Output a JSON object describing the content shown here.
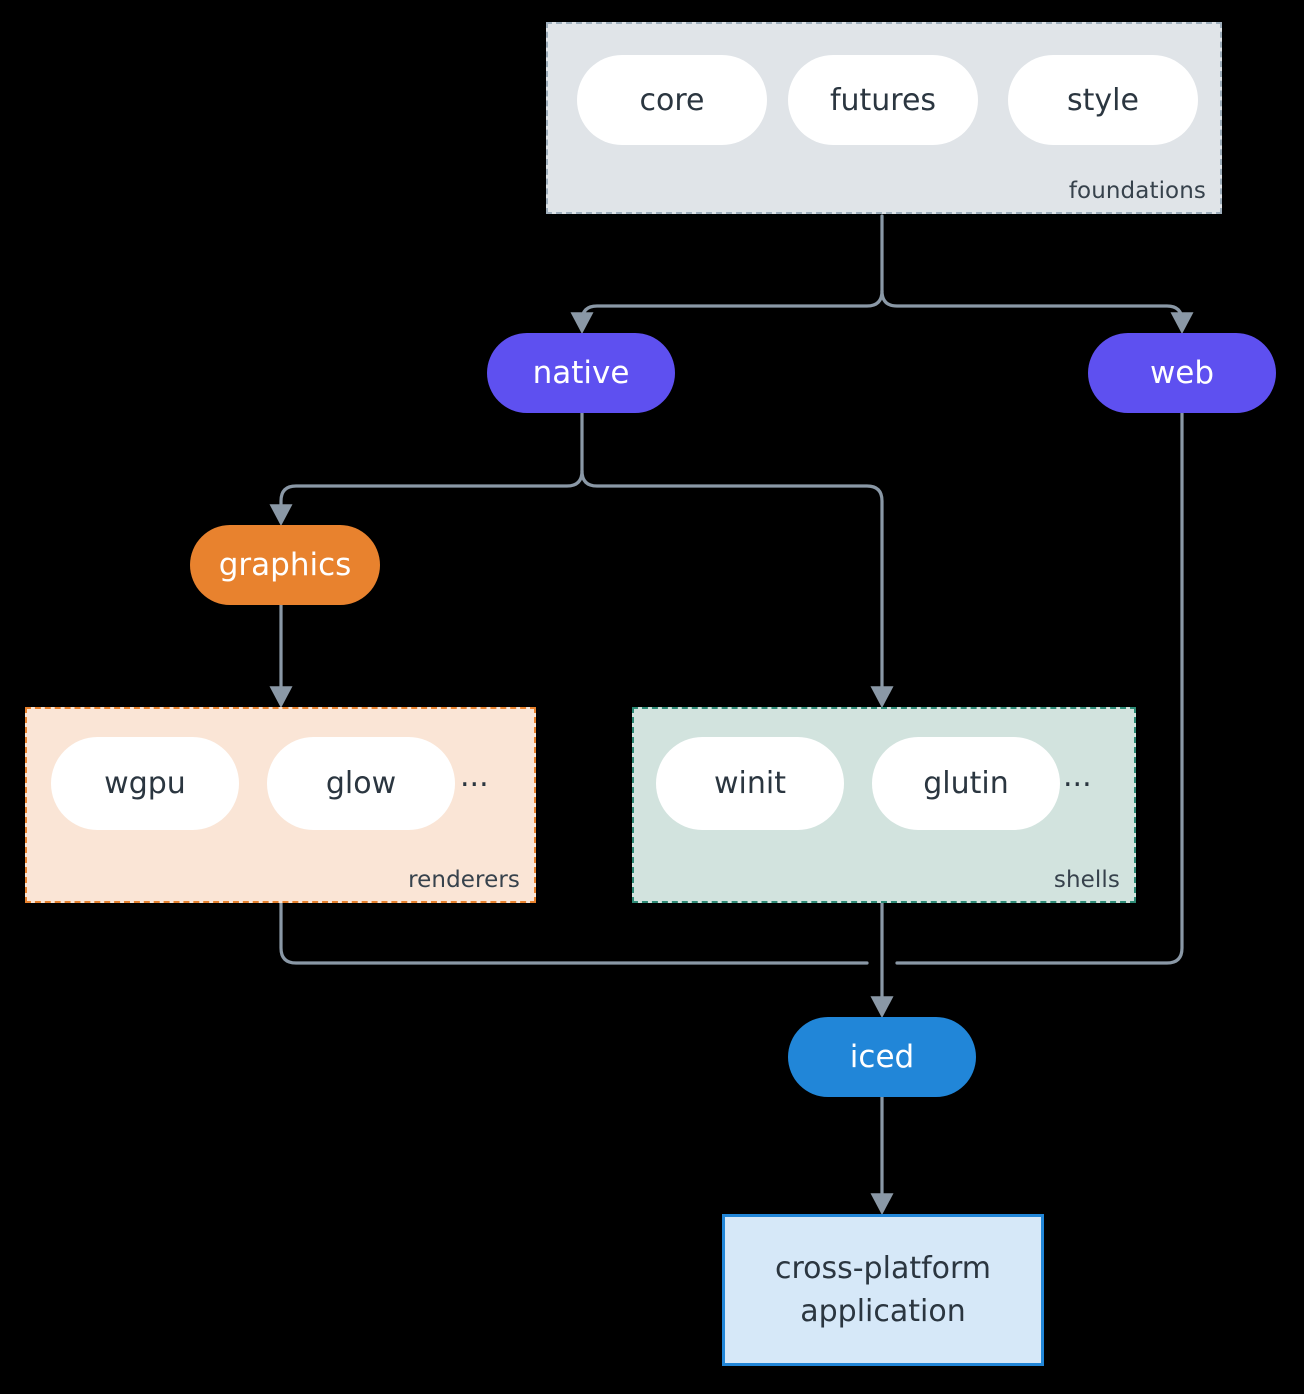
{
  "diagram": {
    "type": "architecture-flowchart",
    "background": "#000000",
    "edge_color": "#8A98A6"
  },
  "clusters": [
    {
      "id": "foundations",
      "label": "foundations",
      "fill": "#E0E4E8",
      "border": "#9FAFBC",
      "border_style": "dashed",
      "nodes": [
        {
          "id": "core",
          "label": "core"
        },
        {
          "id": "futures",
          "label": "futures"
        },
        {
          "id": "style",
          "label": "style"
        }
      ]
    },
    {
      "id": "renderers",
      "label": "renderers",
      "fill": "#FAE5D6",
      "border": "#E8822E",
      "border_style": "dashed",
      "nodes": [
        {
          "id": "wgpu",
          "label": "wgpu"
        },
        {
          "id": "glow",
          "label": "glow"
        }
      ],
      "ellipsis": "..."
    },
    {
      "id": "shells",
      "label": "shells",
      "fill": "#D2E3DE",
      "border": "#2E8B76",
      "border_style": "dashed",
      "nodes": [
        {
          "id": "winit",
          "label": "winit"
        },
        {
          "id": "glutin",
          "label": "glutin"
        }
      ],
      "ellipsis": "..."
    }
  ],
  "nodes": {
    "native": {
      "label": "native",
      "color": "#5E50F0",
      "shape": "stadium"
    },
    "web": {
      "label": "web",
      "color": "#5E50F0",
      "shape": "stadium"
    },
    "graphics": {
      "label": "graphics",
      "color": "#E8822E",
      "shape": "stadium"
    },
    "iced": {
      "label": "iced",
      "color": "#2186D8",
      "shape": "stadium"
    },
    "application": {
      "line1": "cross-platform",
      "line2": "application",
      "fill": "#D6E8F8",
      "border": "#2186D8",
      "shape": "rectangle"
    }
  },
  "edges": [
    {
      "from": "foundations",
      "to": "native"
    },
    {
      "from": "foundations",
      "to": "web"
    },
    {
      "from": "native",
      "to": "graphics"
    },
    {
      "from": "native",
      "to": "shells"
    },
    {
      "from": "graphics",
      "to": "renderers"
    },
    {
      "from": "renderers",
      "to": "iced"
    },
    {
      "from": "shells",
      "to": "iced"
    },
    {
      "from": "web",
      "to": "iced"
    },
    {
      "from": "iced",
      "to": "application"
    }
  ]
}
